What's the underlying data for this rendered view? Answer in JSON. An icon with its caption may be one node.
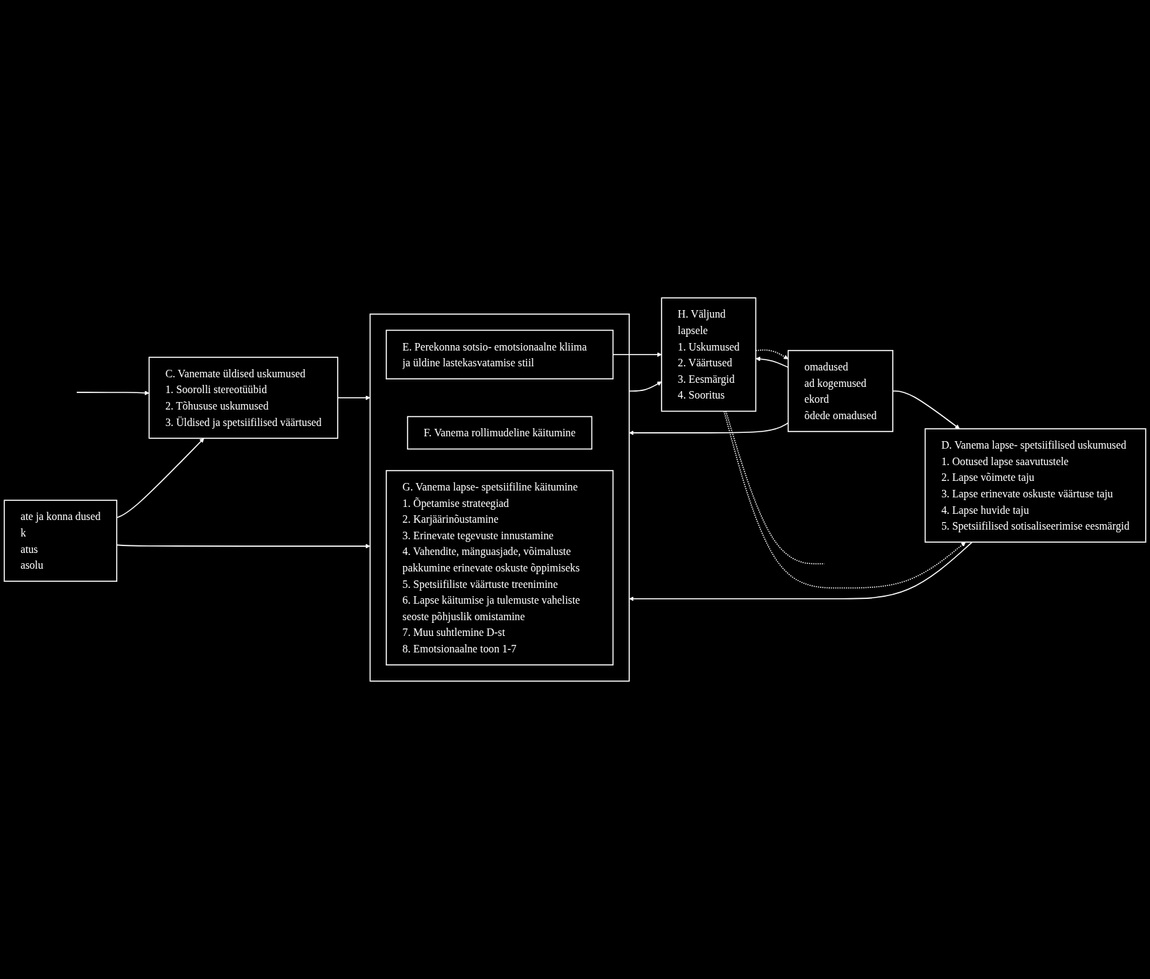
{
  "diagram": {
    "nodes": [
      {
        "text": [
          "ate ja konna dused",
          "k",
          "atus",
          "asolu"
        ]
      },
      {
        "text": [
          "C. Vanemate üldised uskumused",
          "1. Soorolli stereotüübid",
          "2. Tõhususe uskumused",
          "3. Üldised ja spetsiifilised väärtused"
        ]
      },
      {
        "text": [],
        "shape": "box"
      },
      {
        "text": [
          "E. Perekonna sotsio- emotsionaalne kliima ja üldine lastekasvatamise stiil"
        ],
        "in": 2
      },
      {
        "text": [
          "F. Vanema rollimudeline käitumine"
        ],
        "in": 2
      },
      {
        "text": [
          "G. Vanema lapse- spetsiifiline käitumine",
          "1. Õpetamise strateegiad",
          "2. Karjäärinõustamine",
          "3. Erinevate tegevuste innustamine",
          "4. Vahendite, mänguasjade, võimaluste pakkumine erinevate oskuste õppimiseks",
          "5. Spetsiifiliste väärtuste treenimine",
          "6. Lapse käitumise ja tulemuste vaheliste seoste põhjuslik omistamine",
          "7. Muu suhtlemine D-st",
          "8. Emotsionaalne toon 1-7"
        ],
        "in": 2
      },
      {
        "text": [
          "H. Väljund",
          "lapsele",
          "1. Uskumused",
          "2. Väärtused",
          "3. Eesmärgid",
          "4. Sooritus"
        ]
      },
      {
        "text": [
          "omadused",
          "ad kogemused",
          "ekord",
          "õdede omadused"
        ]
      },
      {
        "text": [
          "D. Vanema lapse- spetsiifilised uskumused",
          "1. Ootused lapse saavutustele",
          "2. Lapse võimete taju",
          "3. Lapse erinevate oskuste väärtuse taju",
          "4. Lapse huvide taju",
          "5. Spetsiifilised sotisaliseerimise eesmärgid"
        ]
      }
    ],
    "edges": [
      {
        "from": null,
        "to": 1,
        "arrow": "to"
      },
      {
        "from": 0,
        "to": 1,
        "arrow": "to"
      },
      {
        "from": 1,
        "to": 2,
        "arrow": "to"
      },
      {
        "from": 0,
        "to": 2,
        "arrow": "to"
      },
      {
        "from": 7,
        "to": 2,
        "arrow": "to"
      },
      {
        "from": 7,
        "to": 8,
        "arrow": "to"
      },
      {
        "from": 8,
        "to": 2,
        "arrow": "to"
      },
      {
        "from": 3,
        "to": 6,
        "arrow": "to"
      },
      {
        "from": 2,
        "to": 6,
        "arrow": "to"
      },
      {
        "from": 6,
        "to": null,
        "arrow": "none",
        "style": "dashed"
      },
      {
        "from": 6,
        "to": 7,
        "arrow": "to",
        "style": "dashed"
      },
      {
        "from": 6,
        "to": 8,
        "arrow": "to",
        "style": "dashed"
      },
      {
        "from": 7,
        "to": 6,
        "arrow": "to"
      }
    ]
  }
}
